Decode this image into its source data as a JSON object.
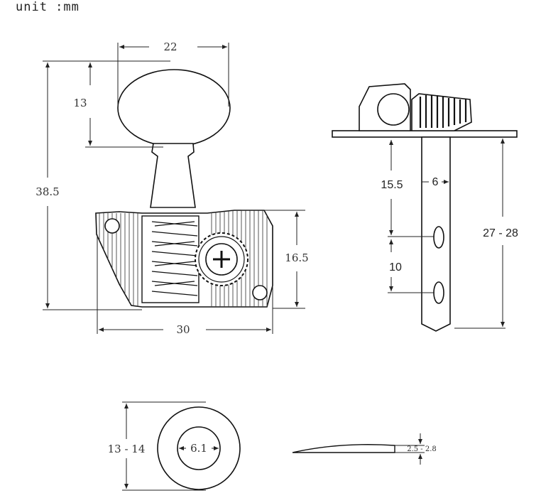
{
  "unit_label": "unit :mm",
  "dimensions": {
    "knob_width": "22",
    "knob_height": "13",
    "total_height": "38.5",
    "housing_height": "16.5",
    "housing_width": "30",
    "post_offset": "15.5",
    "post_diameter": "6",
    "hole_spacing": "10",
    "post_length": "27 - 28",
    "washer_outer": "13 - 14",
    "washer_inner": "6.1",
    "washer_thickness": "2.5 - 2.8"
  }
}
